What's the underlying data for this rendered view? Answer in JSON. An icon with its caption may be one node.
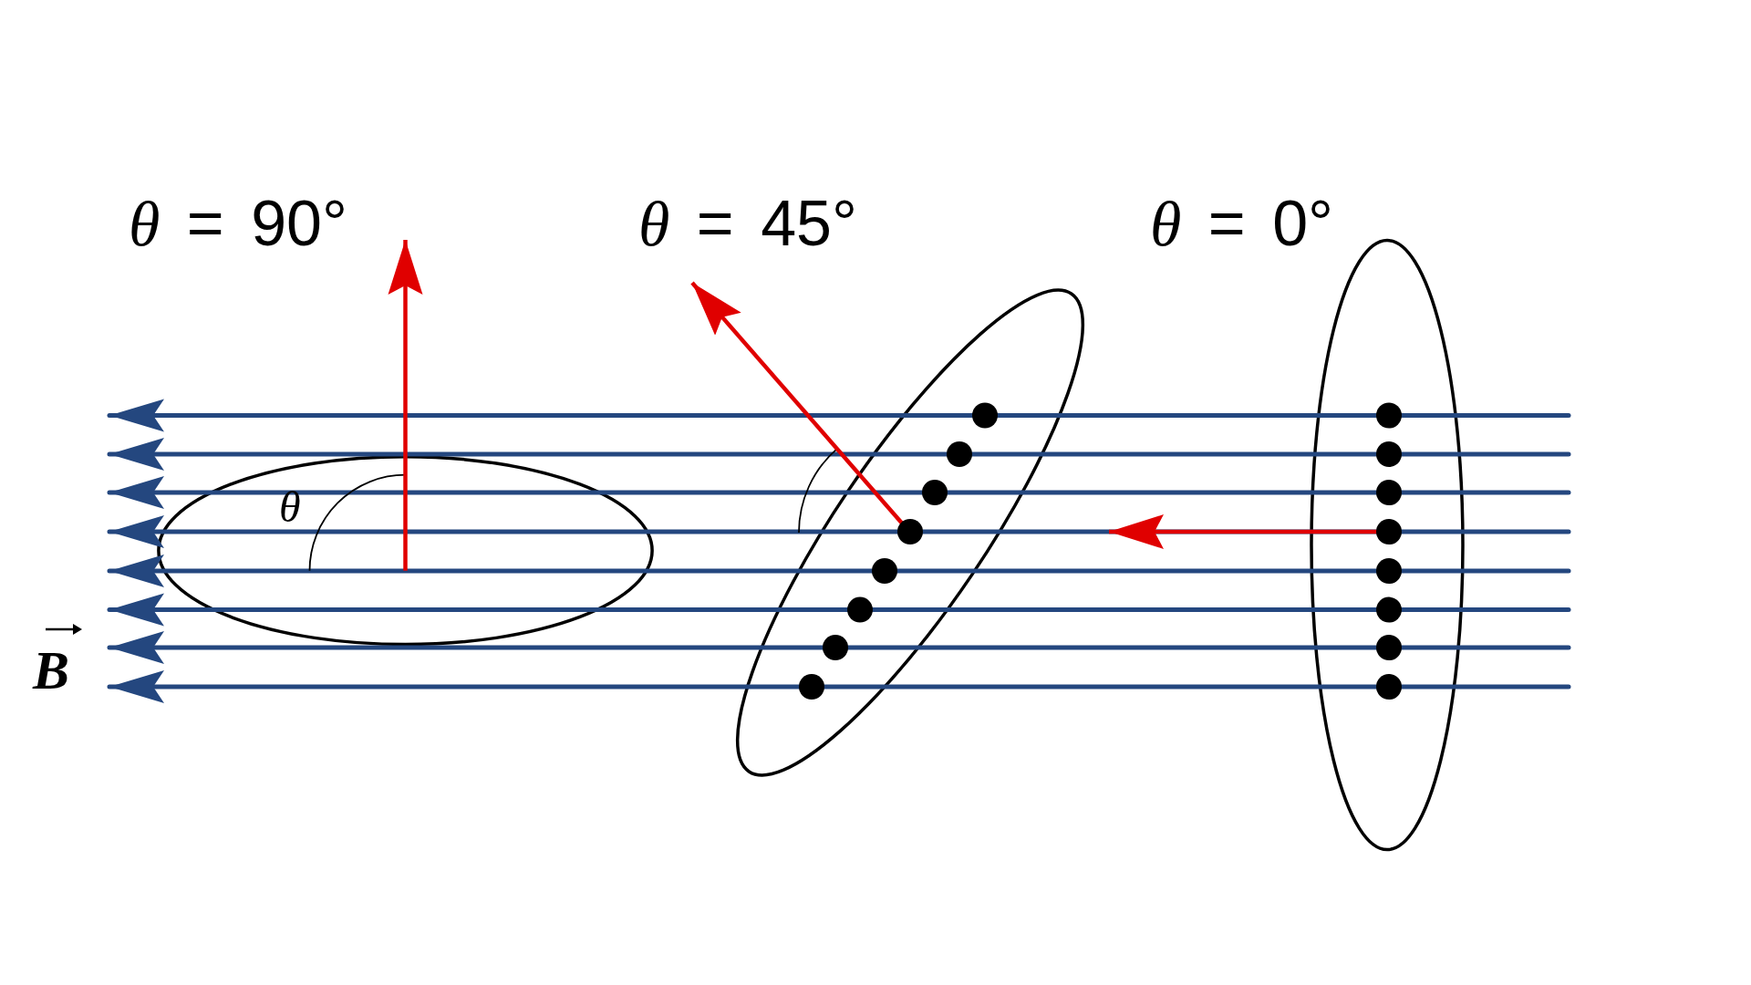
{
  "diagram": {
    "nodes": [
      {
        "text": [],
        "shape": "ellipse",
        "beside": [
          "*θ* = 90°"
        ]
      },
      {
        "text": [],
        "shape": "ellipse",
        "beside": [
          "*θ* = 45°"
        ]
      },
      {
        "text": [],
        "shape": "ellipse",
        "beside": [
          "*θ* = 0°"
        ]
      }
    ],
    "edges": [
      {
        "from": 0,
        "to": null,
        "arrow": "to"
      },
      {
        "from": 1,
        "to": null,
        "arrow": "to"
      },
      {
        "from": 2,
        "to": null,
        "arrow": "to"
      }
    ],
    "labels": [
      "θ",
      "B"
    ]
  }
}
